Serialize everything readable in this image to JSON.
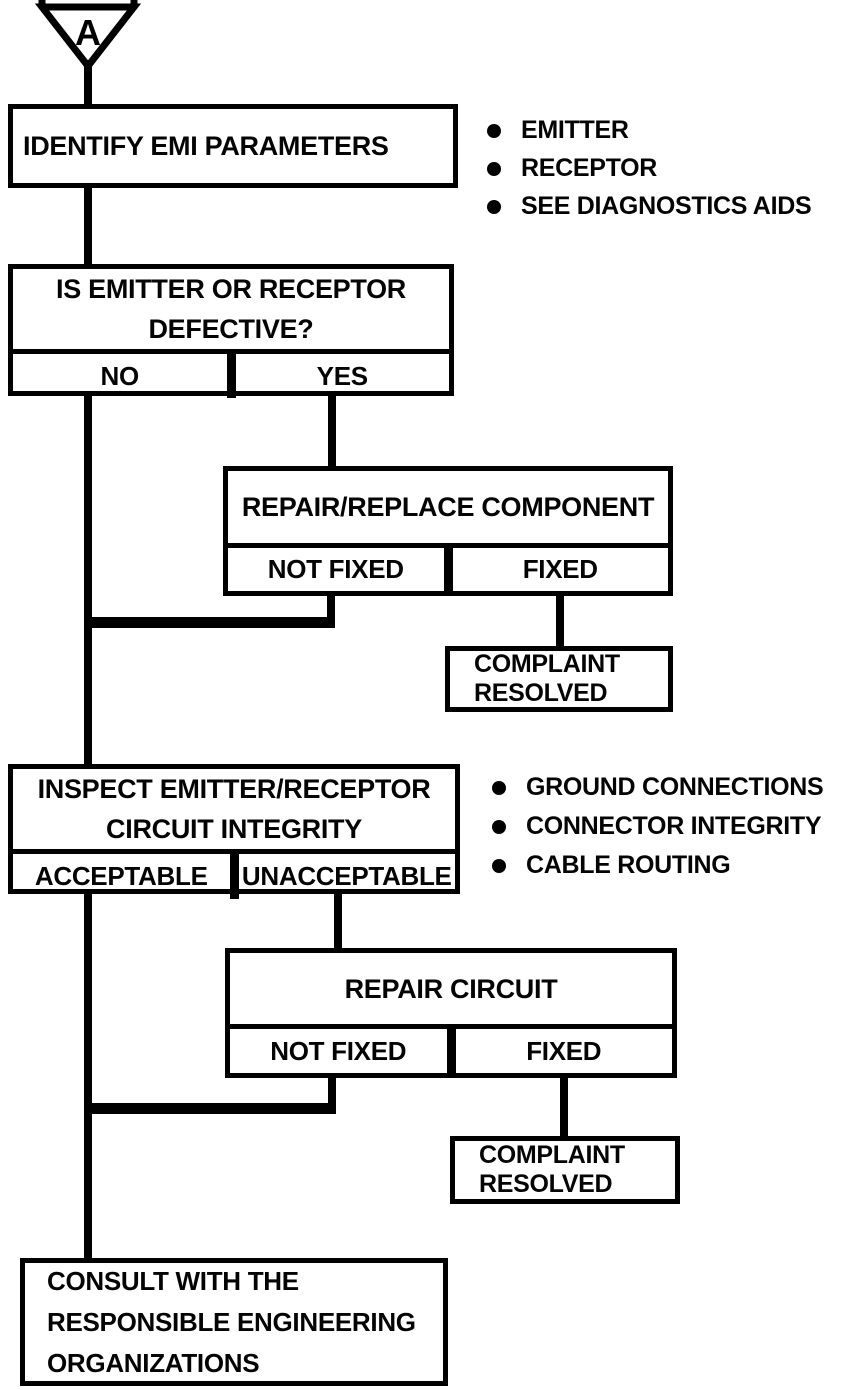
{
  "connector": {
    "label": "A"
  },
  "nodes": {
    "identify": {
      "title": "IDENTIFY EMI PARAMETERS"
    },
    "defective": {
      "question_line1": "IS EMITTER OR RECEPTOR",
      "question_line2": "DEFECTIVE?",
      "no_label": "NO",
      "yes_label": "YES"
    },
    "repair_component": {
      "title": "REPAIR/REPLACE COMPONENT",
      "not_fixed_label": "NOT FIXED",
      "fixed_label": "FIXED"
    },
    "complaint_resolved_1": {
      "line1": "COMPLAINT",
      "line2": "RESOLVED"
    },
    "inspect": {
      "question_line1": "INSPECT EMITTER/RECEPTOR",
      "question_line2": "CIRCUIT INTEGRITY",
      "acceptable_label": "ACCEPTABLE",
      "unacceptable_label": "UNACCEPTABLE"
    },
    "repair_circuit": {
      "title": "REPAIR CIRCUIT",
      "not_fixed_label": "NOT FIXED",
      "fixed_label": "FIXED"
    },
    "complaint_resolved_2": {
      "line1": "COMPLAINT",
      "line2": "RESOLVED"
    },
    "consult": {
      "line1": "CONSULT WITH THE",
      "line2": "RESPONSIBLE ENGINEERING",
      "line3": "ORGANIZATIONS"
    }
  },
  "bullet_lists": {
    "emi_parameters": {
      "items": [
        "EMITTER",
        "RECEPTOR",
        "SEE DIAGNOSTICS AIDS"
      ]
    },
    "circuit_integrity": {
      "items": [
        "GROUND CONNECTIONS",
        "CONNECTOR INTEGRITY",
        "CABLE ROUTING"
      ]
    }
  },
  "colors": {
    "line": "#000000",
    "background": "#ffffff",
    "text": "#040404"
  }
}
